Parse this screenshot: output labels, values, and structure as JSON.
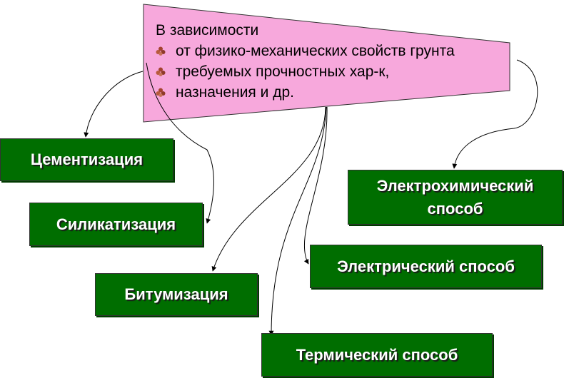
{
  "header": {
    "intro": "В зависимости",
    "items": [
      "от физико-механических свойств грунта",
      "требуемых прочностных хар-к,",
      "назначения и др."
    ]
  },
  "methods": {
    "cementation": "Цементизация",
    "silicatization": "Силикатизация",
    "bitumization": "Битумизация",
    "thermal": "Термический способ",
    "electrical": "Электрический способ",
    "electrochemical_line1": "Электрохимический",
    "electrochemical_line2": "способ"
  },
  "colors": {
    "header_fill": "#f7a8dc",
    "box_fill": "#006e00",
    "box_text": "#ffffff",
    "bullet": "#a4432f",
    "connector": "#000000"
  },
  "icons": {
    "bullet": "bullet-flower-icon"
  }
}
